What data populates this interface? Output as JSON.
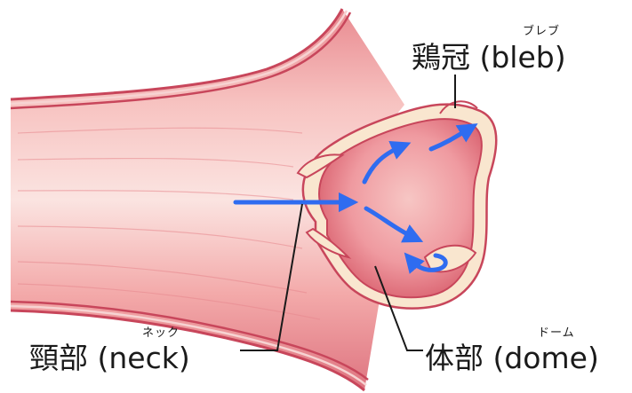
{
  "labels": {
    "bleb": {
      "ruby": "ブレブ",
      "text": "鶏冠 (bleb)"
    },
    "neck": {
      "ruby": "ネック",
      "text": "頸部 (neck)"
    },
    "dome": {
      "ruby": "ドーム",
      "text": "体部 (dome)"
    }
  },
  "colors": {
    "vessel_fill": "#f3a7a6",
    "vessel_light": "#fbe1df",
    "vessel_dark": "#d96b73",
    "wall_stripe": "#c8465b",
    "aneurysm_wall": "#f9e6cf",
    "aneurysm_outline": "#c8465b",
    "flow_arrow": "#2f6cf0",
    "leader_line": "#1a1a1a"
  },
  "icons": [
    "flow-arrow-icon"
  ]
}
